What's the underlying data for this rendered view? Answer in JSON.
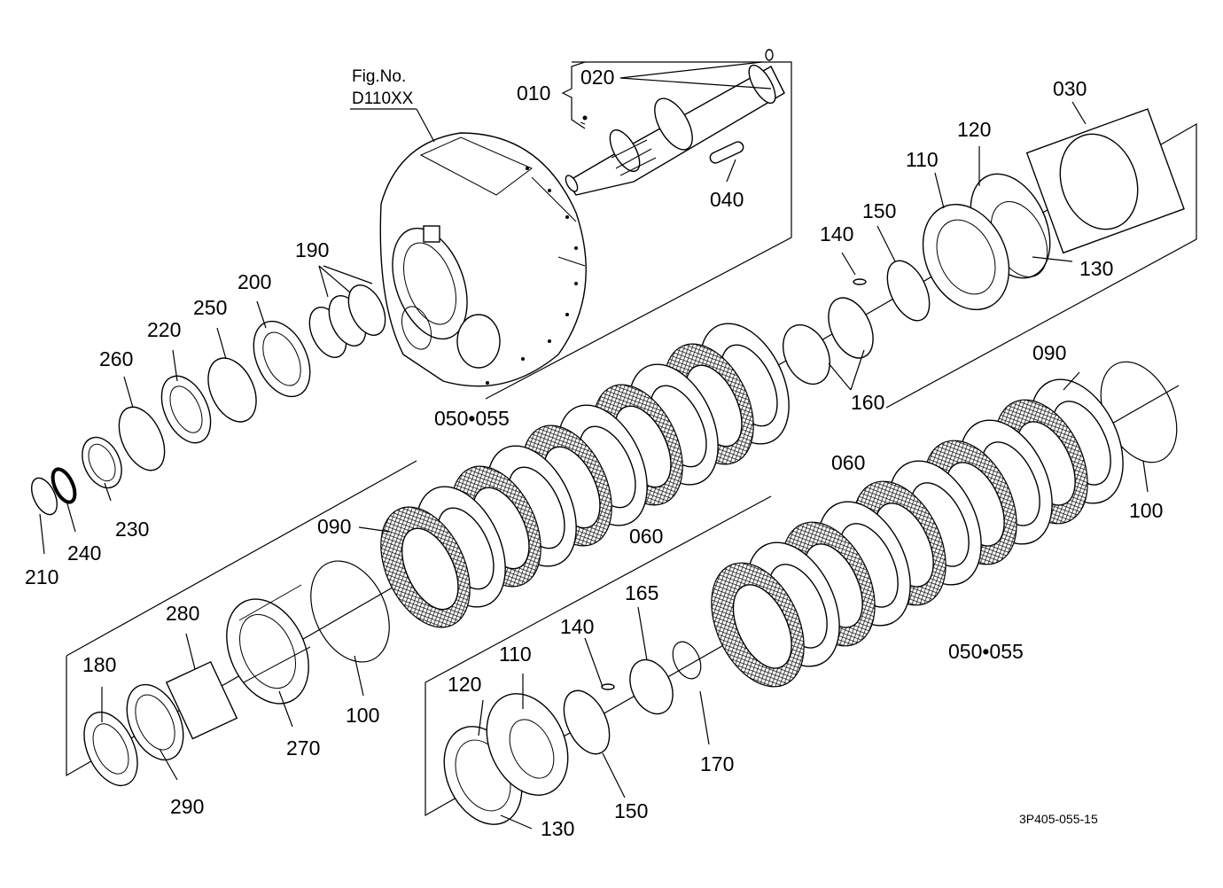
{
  "figure_ref": {
    "line1": "Fig.No.",
    "line2": "D110XX"
  },
  "drawing_code": "3P405-055-15",
  "labels": {
    "p010": "010",
    "p020": "020",
    "p030": "030",
    "p040": "040",
    "p050a": "050•055",
    "p050b": "050•055",
    "p060a": "060",
    "p060b": "060",
    "p090a": "090",
    "p090b": "090",
    "p100a": "100",
    "p100b": "100",
    "p110a": "110",
    "p110b": "110",
    "p120a": "120",
    "p120b": "120",
    "p130a": "130",
    "p130b": "130",
    "p140a": "140",
    "p140b": "140",
    "p150a": "150",
    "p150b": "150",
    "p160": "160",
    "p165": "165",
    "p170": "170",
    "p180": "180",
    "p190": "190",
    "p200": "200",
    "p210": "210",
    "p220": "220",
    "p230": "230",
    "p240": "240",
    "p250": "250",
    "p260": "260",
    "p270": "270",
    "p280": "280",
    "p290": "290"
  }
}
